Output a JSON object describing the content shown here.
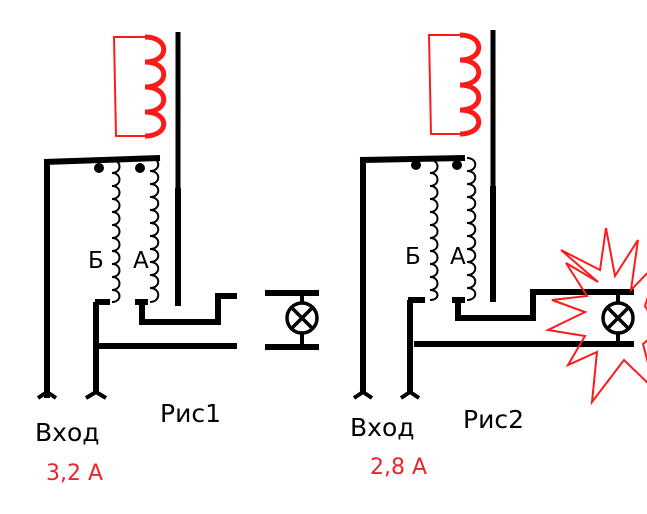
{
  "colors": {
    "wire": "#000000",
    "primary_coil": "#ff1a1a",
    "current_label": "#e8262b",
    "spark": "#ff1a1a"
  },
  "figures": [
    {
      "caption": "Рис1",
      "coil_b_label": "Б",
      "coil_a_label": "А",
      "input_label": "Вход",
      "current": "3,2 А",
      "lamp_connected": false,
      "spark": false
    },
    {
      "caption": "Рис2",
      "coil_b_label": "Б",
      "coil_a_label": "А",
      "input_label": "Вход",
      "current": "2,8 А",
      "lamp_connected": true,
      "spark": true
    }
  ],
  "icons": [
    "lamp-icon",
    "spark-icon",
    "transformer-core",
    "winding-dot"
  ]
}
